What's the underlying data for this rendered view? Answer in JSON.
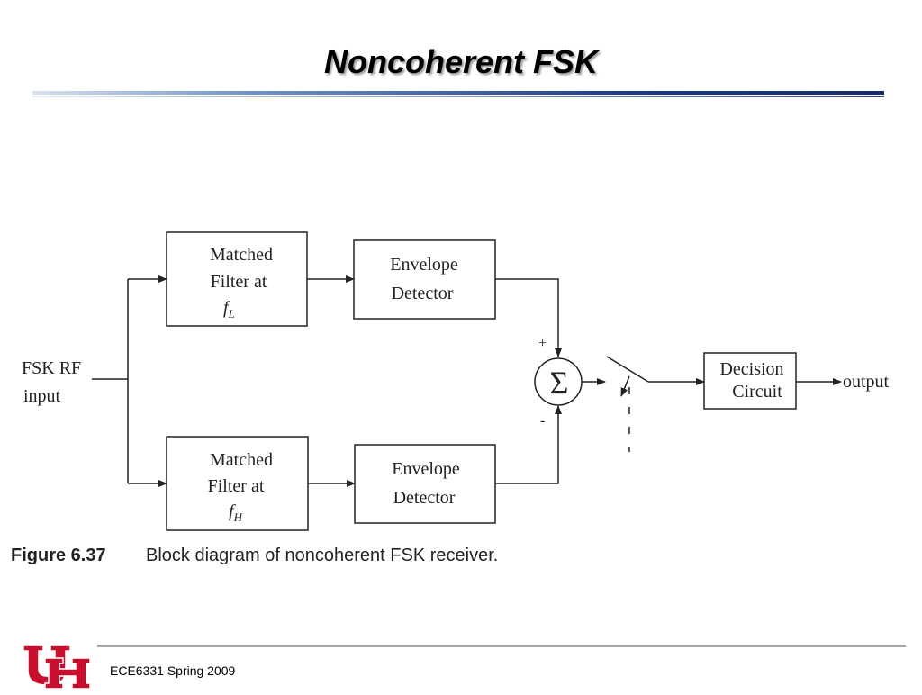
{
  "slide": {
    "title": "Noncoherent FSK",
    "footer": "ECE6331 Spring 2009"
  },
  "diagram": {
    "input_label_line1": "FSK RF",
    "input_label_line2": "input",
    "top_filter": {
      "line1": "Matched",
      "line2": "Filter at",
      "freq": "f",
      "freq_sub": "L"
    },
    "bottom_filter": {
      "line1": "Matched",
      "line2": "Filter at",
      "freq": "f",
      "freq_sub": "H"
    },
    "top_envelope": {
      "line1": "Envelope",
      "line2": "Detector"
    },
    "bottom_envelope": {
      "line1": "Envelope",
      "line2": "Detector"
    },
    "summer_symbol": "Σ",
    "plus_sign": "+",
    "minus_sign": "-",
    "decision": {
      "line1": "Decision",
      "line2": "Circuit"
    },
    "output_label": "output"
  },
  "caption": {
    "figure_number": "Figure 6.37",
    "text": "Block diagram of noncoherent FSK receiver."
  },
  "logo": {
    "text": "UH",
    "color": "#c8102e"
  }
}
